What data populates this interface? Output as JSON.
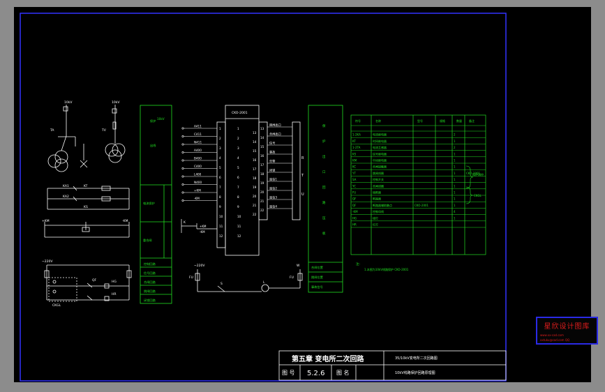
{
  "title_block": {
    "chapter_title": "第五章 变电所二次回路",
    "figure_no_label": "图 号",
    "figure_no": "5.2.6",
    "figure_name_label": "图 名",
    "desc_line1": "35/10kV变电所二次回路图",
    "desc_line2": "10kV线路保护回路原理图"
  },
  "left_circuit": {
    "supply_top_left": "10kV",
    "supply_top_right": "10kV",
    "ta_label": "TA",
    "tv_label": "TV",
    "row_labels": [
      "KA1",
      "KA2",
      "KT",
      "KS"
    ],
    "ac_label": "~220V",
    "lamp_labels": [
      "HG",
      "HR"
    ],
    "dc_bus": [
      "+KM",
      "-KM"
    ],
    "qf_label": "QF",
    "ckgl_label": "CKGL"
  },
  "panel_left": {
    "top_cells": [
      "保护",
      "10kV",
      "出线"
    ],
    "mid_label": "电流保护",
    "lower_label": "重合闸",
    "rows": [
      "控制回路",
      "信号回路",
      "合闸回路",
      "跳闸回路",
      "闭锁回路"
    ]
  },
  "relay": {
    "header": "CKO-2001",
    "left_inputs": [
      "A411",
      "C411",
      "N411",
      "A400",
      "B400",
      "C400",
      "L400",
      "N400",
      "+KM",
      "-KM"
    ],
    "left_terms": [
      "1",
      "2",
      "3",
      "4",
      "5",
      "6",
      "7",
      "8",
      "9",
      "10",
      "11",
      "12"
    ],
    "right_outputs": [
      "跳闸出口",
      "合闸出口",
      "信号",
      "事故",
      "告警",
      "闭锁",
      "遥信1",
      "遥信2",
      "遥信3",
      "遥信4"
    ],
    "right_terms": [
      "13",
      "14",
      "15",
      "16",
      "17",
      "18",
      "19",
      "20",
      "21",
      "22"
    ],
    "side_letters": [
      "R",
      "T",
      "U"
    ],
    "k_label": "K",
    "k_sub": "+KM",
    "k_v": "-KM"
  },
  "panel_right": {
    "letters": [
      "保",
      "护",
      "出",
      "口",
      "回",
      "路",
      "压",
      "板"
    ],
    "rows": [
      "合闸位置",
      "跳闸位置",
      "事故信号"
    ]
  },
  "bottom_circuit": {
    "ac_label": "~220V",
    "left_node": "FU",
    "right_node": "FU",
    "switch_label": "S",
    "lamp_label": "L",
    "right_supply": "W"
  },
  "parts_table": {
    "headers": [
      "符号",
      "名称",
      "型号",
      "规格",
      "数量",
      "备注"
    ],
    "rows": [
      [
        "1-2KA",
        "电流继电器",
        "",
        "",
        "2",
        ""
      ],
      [
        "KT",
        "时间继电器",
        "",
        "",
        "1",
        ""
      ],
      [
        "1-2TA",
        "电流互感器",
        "",
        "",
        "2",
        ""
      ],
      [
        "KS",
        "信号继电器",
        "",
        "",
        "1",
        ""
      ],
      [
        "KM",
        "中间继电器",
        "",
        "",
        "1",
        ""
      ],
      [
        "KC",
        "合闸接触器",
        "",
        "",
        "1",
        ""
      ],
      [
        "YT",
        "跳闸线圈",
        "",
        "",
        "1",
        "CKO-2001"
      ],
      [
        "SA",
        "控制开关",
        "",
        "",
        "1",
        ""
      ],
      [
        "YC",
        "合闸线圈",
        "",
        "",
        "1",
        ""
      ],
      [
        "FU",
        "熔断器",
        "",
        "",
        "1",
        ""
      ],
      [
        "QF",
        "断路器",
        "",
        "",
        "1",
        ""
      ],
      [
        "QF",
        "断路器辅助触点",
        "CKO-2001",
        "",
        "1",
        ""
      ],
      [
        "-KM",
        "控制母线",
        "",
        "",
        "4",
        ""
      ],
      [
        "HG",
        "绿灯",
        "",
        "",
        "1",
        ""
      ],
      [
        "HR",
        "红灯",
        "",
        "",
        "",
        ""
      ]
    ],
    "brace_labels": [
      "保护测控",
      "CKGL"
    ],
    "note_title": "注:",
    "note_text": "1.本图为10kV线路保护 CKO-2001"
  },
  "watermark": {
    "title": "星欣设计图库",
    "subtitle": "",
    "line1": "www.xx-cad.com",
    "line2": "xxtuku@cad.com QQ"
  }
}
